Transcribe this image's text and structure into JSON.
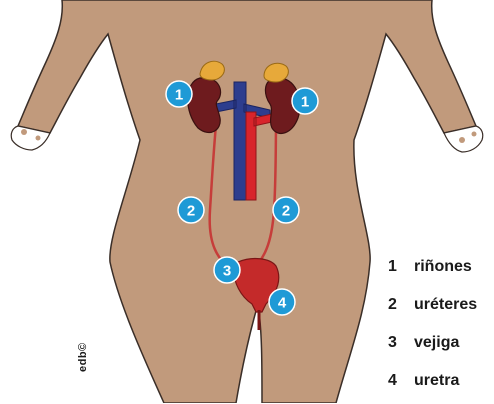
{
  "colors": {
    "skin": "#c19a7c",
    "outline": "#3a2e28",
    "kidney": "#6e1b1e",
    "adrenal": "#e7a93a",
    "ureter": "#c63d3a",
    "vein": "#2d3d8e",
    "artery": "#d8242b",
    "bladder": "#c42a2a",
    "badge": "#1f9ad6"
  },
  "labels": {
    "badge_1": "1",
    "badge_2": "2",
    "badge_3": "3",
    "badge_4": "4"
  },
  "legend": [
    {
      "num": "1",
      "text": "riñones"
    },
    {
      "num": "2",
      "text": "uréteres"
    },
    {
      "num": "3",
      "text": "vejiga"
    },
    {
      "num": "4",
      "text": "uretra"
    }
  ],
  "credit": "edb©"
}
